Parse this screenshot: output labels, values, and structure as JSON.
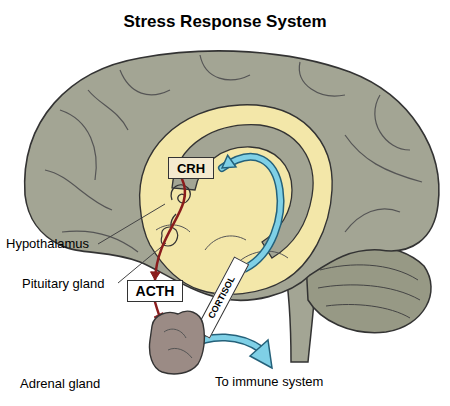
{
  "diagram": {
    "title": "Stress Response System",
    "nodes": [
      {
        "text": [
          "CRH"
        ]
      },
      {
        "text": [
          "ACTH"
        ]
      },
      {
        "text": [
          "CORTISOL"
        ]
      },
      {
        "text": [
          "Adrenal gland"
        ]
      }
    ],
    "edges": [
      {
        "from": 0,
        "to": 1,
        "arrow": "to"
      },
      {
        "from": 1,
        "to": 3,
        "arrow": "to"
      },
      {
        "from": 2,
        "to": 0,
        "arrow": "to"
      }
    ],
    "labels": [
      "Hypothalamus",
      "Pituitary gland",
      "To immune system"
    ]
  }
}
